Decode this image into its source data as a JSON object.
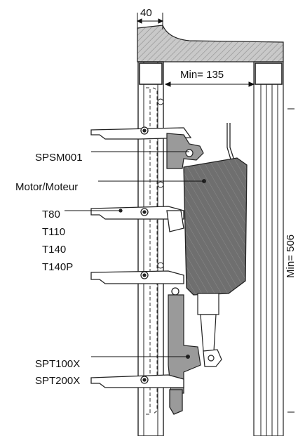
{
  "dimensions": {
    "top_width": "40",
    "min_gap": "Min= 135",
    "min_height": "Min= 506"
  },
  "labels": {
    "bracket": "SPSM001",
    "motor": "Motor/Moteur",
    "arms": [
      "T80",
      "T110",
      "T140",
      "T140P"
    ],
    "bottom": [
      "SPT100X",
      "SPT200X"
    ]
  },
  "colors": {
    "frame_hatch": "#b5b5b5",
    "motor_body": "#7a7a7a",
    "bracket": "#9a9a9a",
    "line": "#111111"
  }
}
